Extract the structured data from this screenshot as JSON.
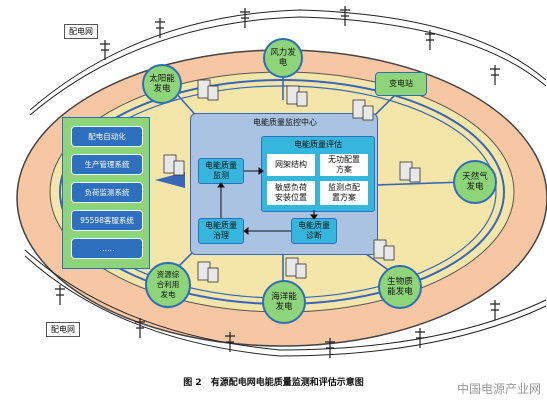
{
  "tags": {
    "grid_top": "配电网",
    "grid_bottom": "配电网"
  },
  "center": {
    "title": "电能质量监控中心",
    "monitor": "电能质量\n监测",
    "evaluate_title": "电能质量评估",
    "eval_items": [
      "网架结构",
      "无功配置\n方案",
      "敏感负荷\n安装位置",
      "监测点配\n置方案"
    ],
    "treat": "电能质量\n治理",
    "diagnose": "电能质量\n诊断"
  },
  "systems": [
    "配电自动化",
    "生产管理系统",
    "负荷监测系统",
    "95598客服系统",
    "……"
  ],
  "nodes": {
    "solar": "太阳能\n发电",
    "wind": "风力发\n电",
    "substation": "变电站",
    "gas": "天然气\n发电",
    "biomass": "生物质\n能发电",
    "ocean": "海洋能\n发电",
    "resource": "资源综\n合利用\n发电"
  },
  "caption": "图 2　有源配电网电能质量监测和评估示意图",
  "watermark": "中国电源产业网",
  "colors": {
    "outer_ring": "#f7c7a4",
    "inner_ring": "#f4e6a8",
    "green": "#8ed57a",
    "blue": "#2e6fc0",
    "center_bg": "#aac3e2",
    "cyan": "#35b7dd"
  },
  "icons": [
    "server-icon",
    "power-line-tower-icon"
  ]
}
